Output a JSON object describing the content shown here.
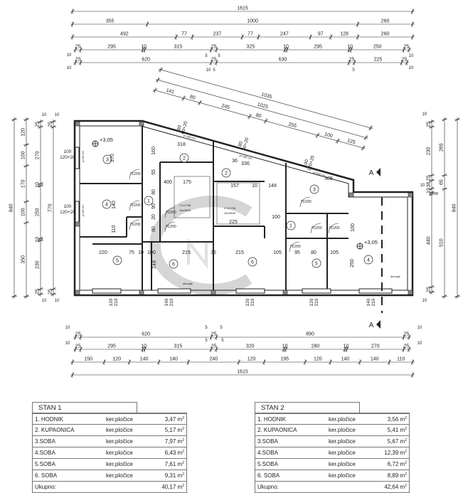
{
  "dimensions": {
    "top": [
      [
        "1615"
      ],
      [
        "355",
        "1000",
        "260"
      ],
      [
        "492",
        "77",
        "237",
        "77",
        "247",
        "97",
        "128",
        "260"
      ],
      [
        "25",
        "295",
        "10",
        "315",
        "25",
        "325",
        "10",
        "295",
        "10",
        "250",
        "25"
      ],
      [
        "25",
        "620",
        "25",
        "630",
        "25",
        "225",
        "25"
      ]
    ],
    "top_tags": [
      "10",
      "10",
      "10",
      "5",
      "5",
      "5",
      "5",
      "10",
      "10"
    ],
    "diagonal": [
      [
        "1035"
      ],
      [
        "1025"
      ],
      [
        "141",
        "80",
        "245",
        "80",
        "255",
        "100",
        "125"
      ]
    ],
    "left": [
      [
        "840"
      ],
      [
        "120",
        "100",
        "170",
        "100",
        "350"
      ],
      [
        "25",
        "270",
        "10",
        "250",
        "10",
        "230",
        "25"
      ],
      [
        "25",
        "770",
        "25"
      ]
    ],
    "left_tags": [
      "10",
      "10",
      "10",
      "10"
    ],
    "right": [
      [
        "25",
        "230",
        "25",
        "38",
        "19",
        "8",
        "440",
        "25"
      ],
      [
        "265",
        "65",
        "510"
      ],
      [
        "840"
      ]
    ],
    "right_tags": [
      "10",
      "10",
      "10"
    ],
    "bottom": [
      [
        "25",
        "620",
        "25",
        "890",
        "25"
      ],
      [
        "25",
        "295",
        "10",
        "315",
        "25",
        "320",
        "10",
        "280",
        "10",
        "270",
        "25"
      ],
      [
        "150",
        "120",
        "140",
        "140",
        "240",
        "120",
        "195",
        "120",
        "140",
        "140",
        "110"
      ],
      [
        "1615"
      ]
    ],
    "bottom_tags": [
      "10",
      "10",
      "5",
      "5",
      "5",
      "5",
      "10",
      "10"
    ]
  },
  "plan": {
    "rooms": [
      "3",
      "4",
      "1",
      "2",
      "5",
      "6",
      "2",
      "6",
      "1",
      "3",
      "5",
      "4"
    ],
    "levels": [
      "+3,05",
      "+3,05"
    ],
    "section_marks": [
      "A",
      "A"
    ],
    "openings": [
      [
        "100",
        "120+20"
      ],
      [
        "100",
        "120+20"
      ],
      [
        "80",
        "60+20"
      ],
      [
        "80",
        "60+20"
      ],
      [
        "100",
        "120+20"
      ],
      [
        "120",
        "210"
      ],
      [
        "140",
        "210"
      ],
      [
        "120",
        "210"
      ],
      [
        "120",
        "210"
      ],
      [
        "140",
        "210"
      ]
    ],
    "doors": [
      "71/200",
      "71/200",
      "71/200",
      "71/200",
      "71/200",
      "71/200",
      "71/200",
      "71/200",
      "71/200"
    ],
    "inner_dims": [
      "270",
      "140",
      "110",
      "220",
      "75",
      "10",
      "100",
      "215",
      "35",
      "215",
      "105",
      "95",
      "80",
      "105",
      "249",
      "250",
      "100",
      "90",
      "55",
      "175",
      "157",
      "148",
      "225",
      "100",
      "400",
      "10",
      "160",
      "36",
      "318",
      "336",
      "305",
      "90",
      "80",
      "20"
    ],
    "notes": [
      "p=90 cm",
      "p=90 cm",
      "p=180 cm",
      "p=180 cm",
      "p=200 cm",
      "17x17/08",
      "16x28/00",
      "17x17/08",
      "16x28/00",
      "dimnjak",
      "dimnjak"
    ]
  },
  "tables": [
    {
      "title": "STAN 1",
      "rows": [
        {
          "name": "1. HODNIK",
          "material": "ker.pločice",
          "area": "3,47 m",
          "unit_exp": "2"
        },
        {
          "name": "2. KUPAONICA",
          "material": "ker.pločice",
          "area": "5,17 m",
          "unit_exp": "2"
        },
        {
          "name": "3.SOBA",
          "material": "ker.pločice",
          "area": "7,97 m",
          "unit_exp": "2"
        },
        {
          "name": "4.SOBA",
          "material": "ker.pločice",
          "area": "6,43 m",
          "unit_exp": "2"
        },
        {
          "name": "5.SOBA",
          "material": "ker.pločice",
          "area": "7,61 m",
          "unit_exp": "2"
        },
        {
          "name": "6. SOBA",
          "material": "ker.pločice",
          "area": "9,31 m",
          "unit_exp": "2"
        }
      ],
      "total_label": "Ukupno:",
      "total": "40,17 m",
      "total_exp": "2"
    },
    {
      "title": "STAN 2",
      "rows": [
        {
          "name": "1. HODNIK",
          "material": "ker.pločice",
          "area": "3,56 m",
          "unit_exp": "2"
        },
        {
          "name": "2. KUPAONICA",
          "material": "ker.pločice",
          "area": "5,41 m",
          "unit_exp": "2"
        },
        {
          "name": "3.SOBA",
          "material": "ker.pločice",
          "area": "5,67 m",
          "unit_exp": "2"
        },
        {
          "name": "4.SOBA",
          "material": "ker.pločice",
          "area": "12,39 m",
          "unit_exp": "2"
        },
        {
          "name": "5.SOBA",
          "material": "ker.pločice",
          "area": "6,72 m",
          "unit_exp": "2"
        },
        {
          "name": "6. SOBA",
          "material": "ker.pločice",
          "area": "8,89 m",
          "unit_exp": "2"
        }
      ],
      "total_label": "Ukupno:",
      "total": "42,64 m",
      "total_exp": "2"
    }
  ]
}
